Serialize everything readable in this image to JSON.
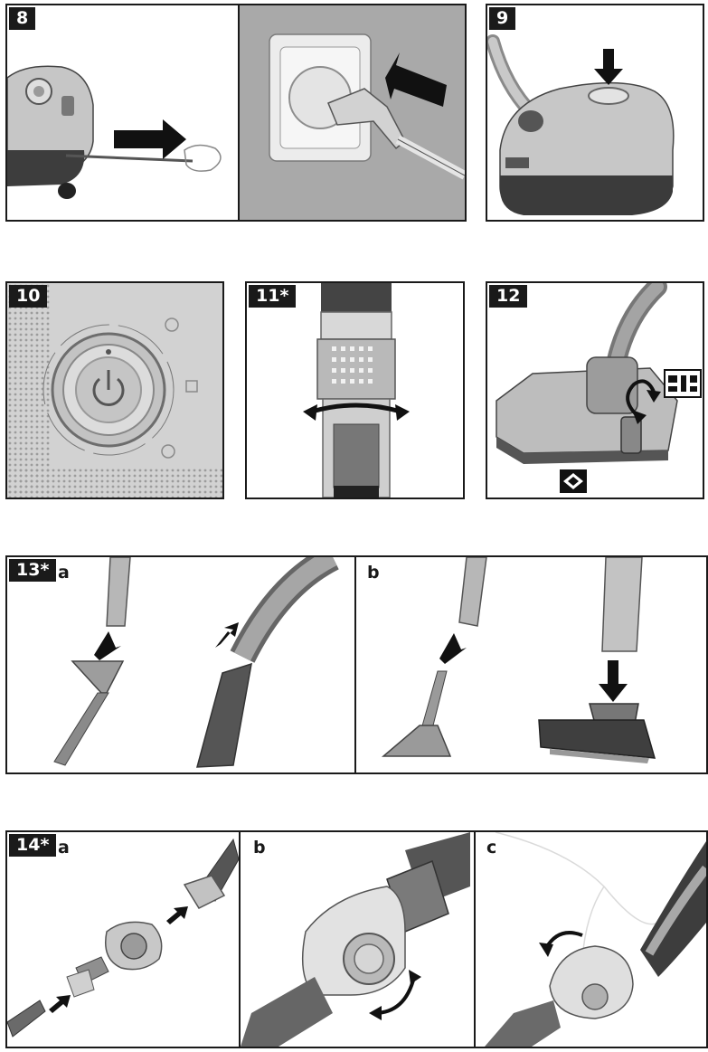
{
  "steps": {
    "s8": "8",
    "s9": "9",
    "s10": "10",
    "s11": "11*",
    "s12": "12",
    "s13": "13*",
    "s14": "14*"
  },
  "subfigures": {
    "s13a": "a",
    "s13b": "b",
    "s14a": "a",
    "s14b": "b",
    "s14c": "c"
  },
  "colors": {
    "frame": "#1a1a1a",
    "label_bg": "#1a1a1a",
    "label_text": "#ffffff",
    "photo_gray": "#a9a9a9",
    "arrow": "#111111"
  }
}
